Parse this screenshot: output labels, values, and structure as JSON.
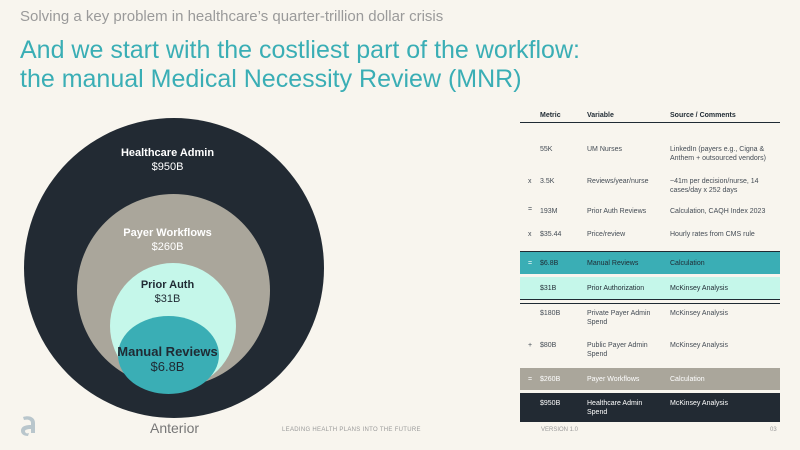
{
  "header": {
    "subtitle": "Solving a key problem in healthcare’s quarter-trillion dollar crisis",
    "headline_line1": "And we start with the costliest part of the workflow:",
    "headline_line2": "the manual Medical Necessity Review (MNR)"
  },
  "circles": [
    {
      "name": "Healthcare Admin",
      "value": "$950B",
      "color": "#222a33"
    },
    {
      "name": "Payer Workflows",
      "value": "$260B",
      "color": "#aaa69b"
    },
    {
      "name": "Prior Auth",
      "value": "$31B",
      "color": "#c5f7ea"
    },
    {
      "name": "Manual Reviews",
      "value": "$6.8B",
      "color": "#3aaeb5"
    }
  ],
  "table": {
    "headers": {
      "metric": "Metric",
      "variable": "Variable",
      "source": "Source / Comments"
    },
    "rows": [
      {
        "op": "",
        "metric": "55K",
        "variable": "UM Nurses",
        "source": "LinkedIn (payers e.g., Cigna & Anthem + outsourced vendors)"
      },
      {
        "op": "x",
        "metric": "3.5K",
        "variable": "Reviews/year/nurse",
        "source": "~41m per decision/nurse, 14 cases/day x 252 days"
      },
      {
        "op": "=",
        "metric": "193M",
        "variable": "Prior Auth Reviews",
        "source": "Calculation, CAQH Index 2023"
      },
      {
        "op": "x",
        "metric": "$35.44",
        "variable": "Price/review",
        "source": "Hourly rates from CMS rule"
      },
      {
        "op": "=",
        "metric": "$6.8B",
        "variable": "Manual Reviews",
        "source": "Calculation"
      },
      {
        "op": "",
        "metric": "$31B",
        "variable": "Prior Authorization",
        "source": "McKinsey Analysis"
      },
      {
        "op": "",
        "metric": "$180B",
        "variable": "Private Payer Admin Spend",
        "source": "McKinsey Analysis"
      },
      {
        "op": "+",
        "metric": "$80B",
        "variable": "Public Payer Admin Spend",
        "source": "McKinsey Analysis"
      },
      {
        "op": "=",
        "metric": "$260B",
        "variable": "Payer Workflows",
        "source": "Calculation"
      },
      {
        "op": "",
        "metric": "$950B",
        "variable": "Healthcare Admin Spend",
        "source": "McKinsey Analysis"
      }
    ]
  },
  "footer": {
    "brand": "Anterior",
    "tagline": "LEADING HEALTH PLANS INTO THE FUTURE",
    "version": "VERSION 1.0",
    "page": "03"
  },
  "colors": {
    "accent": "#3aaeb5",
    "dark": "#222a33",
    "grey": "#aaa69b",
    "mint": "#c5f7ea",
    "background": "#f8f5ee"
  }
}
